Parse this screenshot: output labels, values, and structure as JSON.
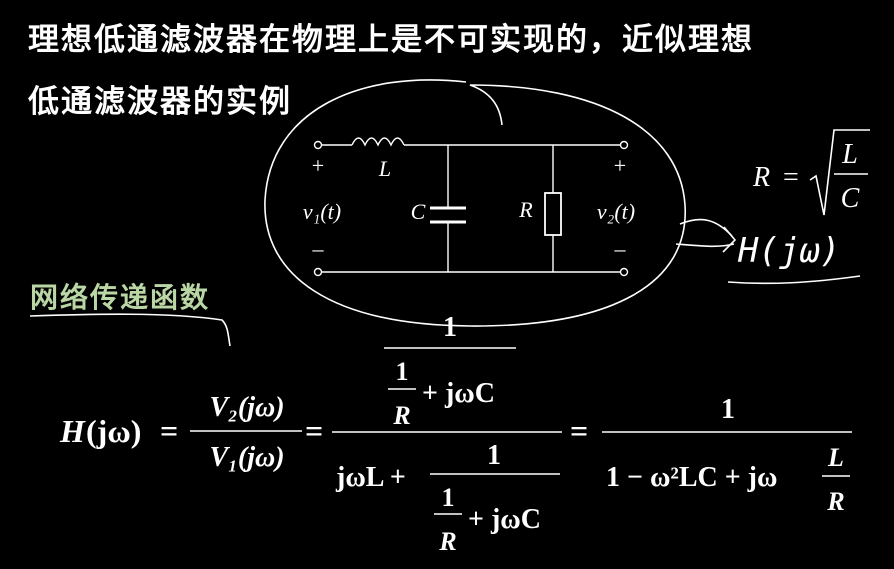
{
  "title": {
    "line1": "理想低通滤波器在物理上是不可实现的，近似理想",
    "line2": "低通滤波器的实例"
  },
  "circuit": {
    "plus": "+",
    "minus": "–",
    "inductor_label": "L",
    "capacitor_label": "C",
    "resistor_label": "R",
    "input_label": "v₁(t)",
    "output_label": "v₂(t)"
  },
  "side_formula": {
    "lhs": "R",
    "eq": "=",
    "num": "L",
    "den": "C"
  },
  "annotation": {
    "handwritten": "H(jω)"
  },
  "section_label": "网络传递函数",
  "formula": {
    "H": "H",
    "jw": "(jω)",
    "eq": "=",
    "V2": "V₂(jω)",
    "V1": "V₁(jω)",
    "one": "1",
    "R": "R",
    "plus_jwC": "+ jωC",
    "jwL_plus": "jωL +",
    "final_den": "1 − ω²LC + jω",
    "L": "L"
  },
  "colors": {
    "background": "#000000",
    "text": "#ffffff",
    "section_label": "#b9d6a4"
  }
}
